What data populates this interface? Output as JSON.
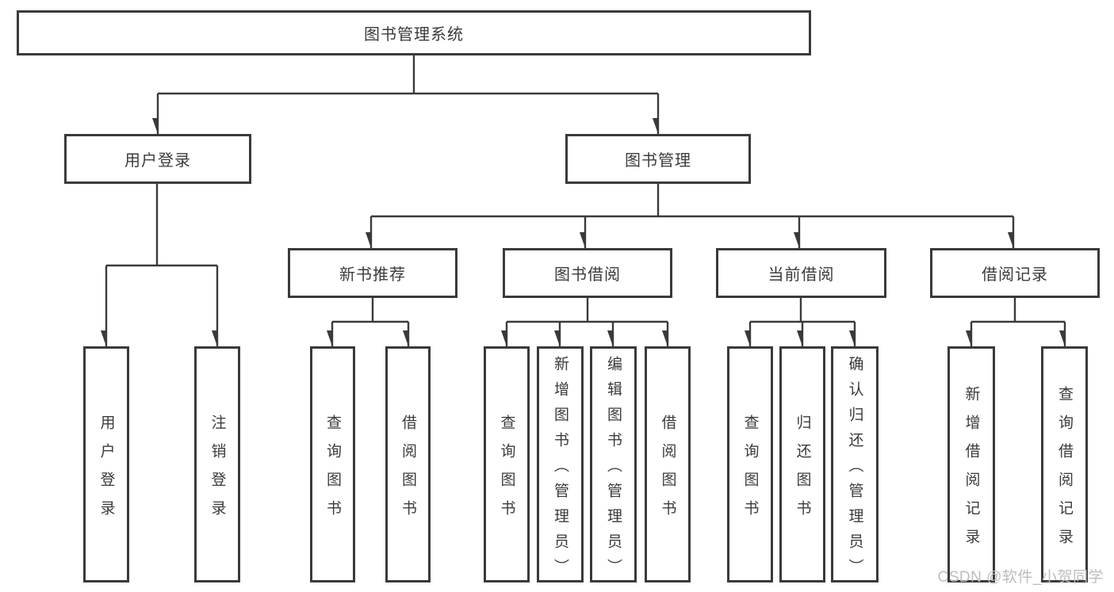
{
  "diagram_title": "图书管理系统",
  "watermark": "CSDN @软件_小贺同学",
  "colors": {
    "line": "#3a3a3a",
    "box_border": "#3a3a3a",
    "text": "#3b3b3b",
    "background": "#ffffff",
    "watermark_text": "#bdbdc1"
  },
  "tree": {
    "root_label": "图书管理系统",
    "children": [
      {
        "label": "用户登录",
        "children": [
          "用户登录",
          "注销登录"
        ]
      },
      {
        "label": "图书管理",
        "children": [
          {
            "label": "新书推荐",
            "children": [
              "查询图书",
              "借阅图书"
            ]
          },
          {
            "label": "图书借阅",
            "children": [
              "查询图书",
              "新增图书（管理员）",
              "编辑图书（管理员）",
              "借阅图书"
            ]
          },
          {
            "label": "当前借阅",
            "children": [
              "查询图书",
              "归还图书",
              "确认归还（管理员）"
            ]
          },
          {
            "label": "借阅记录",
            "children": [
              "新增借阅记录",
              "查询借阅记录"
            ]
          }
        ]
      }
    ]
  }
}
